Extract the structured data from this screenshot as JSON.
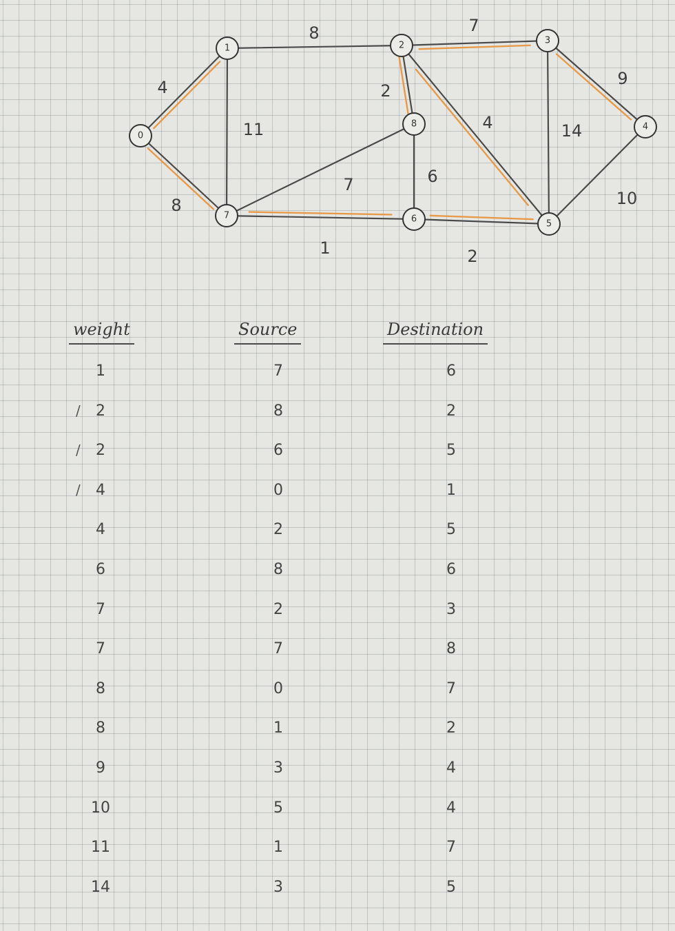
{
  "graph": {
    "nodes": [
      {
        "id": "0",
        "label": "0"
      },
      {
        "id": "1",
        "label": "1"
      },
      {
        "id": "2",
        "label": "2"
      },
      {
        "id": "3",
        "label": "3"
      },
      {
        "id": "4",
        "label": "4"
      },
      {
        "id": "5",
        "label": "5"
      },
      {
        "id": "6",
        "label": "6"
      },
      {
        "id": "7",
        "label": "7"
      },
      {
        "id": "8",
        "label": "8"
      }
    ],
    "edges": [
      {
        "from": "0",
        "to": "1",
        "weight": "4",
        "highlighted": true
      },
      {
        "from": "0",
        "to": "7",
        "weight": "8",
        "highlighted": true
      },
      {
        "from": "1",
        "to": "2",
        "weight": "8",
        "highlighted": false
      },
      {
        "from": "1",
        "to": "7",
        "weight": "11",
        "highlighted": false
      },
      {
        "from": "2",
        "to": "3",
        "weight": "7",
        "highlighted": true
      },
      {
        "from": "2",
        "to": "8",
        "weight": "2",
        "highlighted": true
      },
      {
        "from": "2",
        "to": "5",
        "weight": "4",
        "highlighted": true
      },
      {
        "from": "3",
        "to": "4",
        "weight": "9",
        "highlighted": true
      },
      {
        "from": "3",
        "to": "5",
        "weight": "14",
        "highlighted": false
      },
      {
        "from": "4",
        "to": "5",
        "weight": "10",
        "highlighted": false
      },
      {
        "from": "5",
        "to": "6",
        "weight": "2",
        "highlighted": true
      },
      {
        "from": "6",
        "to": "7",
        "weight": "1",
        "highlighted": true
      },
      {
        "from": "6",
        "to": "8",
        "weight": "6",
        "highlighted": false
      },
      {
        "from": "7",
        "to": "8",
        "weight": "7",
        "highlighted": false
      }
    ],
    "highlight_color": "#e8923a"
  },
  "table": {
    "headers": {
      "weight": "weight",
      "source": "Source",
      "destination": "Destination"
    },
    "rows": [
      {
        "weight": "1",
        "source": "7",
        "destination": "6",
        "tick": ""
      },
      {
        "weight": "2",
        "source": "8",
        "destination": "2",
        "tick": "/"
      },
      {
        "weight": "2",
        "source": "6",
        "destination": "5",
        "tick": "/"
      },
      {
        "weight": "4",
        "source": "0",
        "destination": "1",
        "tick": "/"
      },
      {
        "weight": "4",
        "source": "2",
        "destination": "5",
        "tick": ""
      },
      {
        "weight": "6",
        "source": "8",
        "destination": "6",
        "tick": ""
      },
      {
        "weight": "7",
        "source": "2",
        "destination": "3",
        "tick": ""
      },
      {
        "weight": "7",
        "source": "7",
        "destination": "8",
        "tick": ""
      },
      {
        "weight": "8",
        "source": "0",
        "destination": "7",
        "tick": ""
      },
      {
        "weight": "8",
        "source": "1",
        "destination": "2",
        "tick": ""
      },
      {
        "weight": "9",
        "source": "3",
        "destination": "4",
        "tick": ""
      },
      {
        "weight": "10",
        "source": "5",
        "destination": "4",
        "tick": ""
      },
      {
        "weight": "11",
        "source": "1",
        "destination": "7",
        "tick": ""
      },
      {
        "weight": "14",
        "source": "3",
        "destination": "5",
        "tick": ""
      }
    ]
  }
}
